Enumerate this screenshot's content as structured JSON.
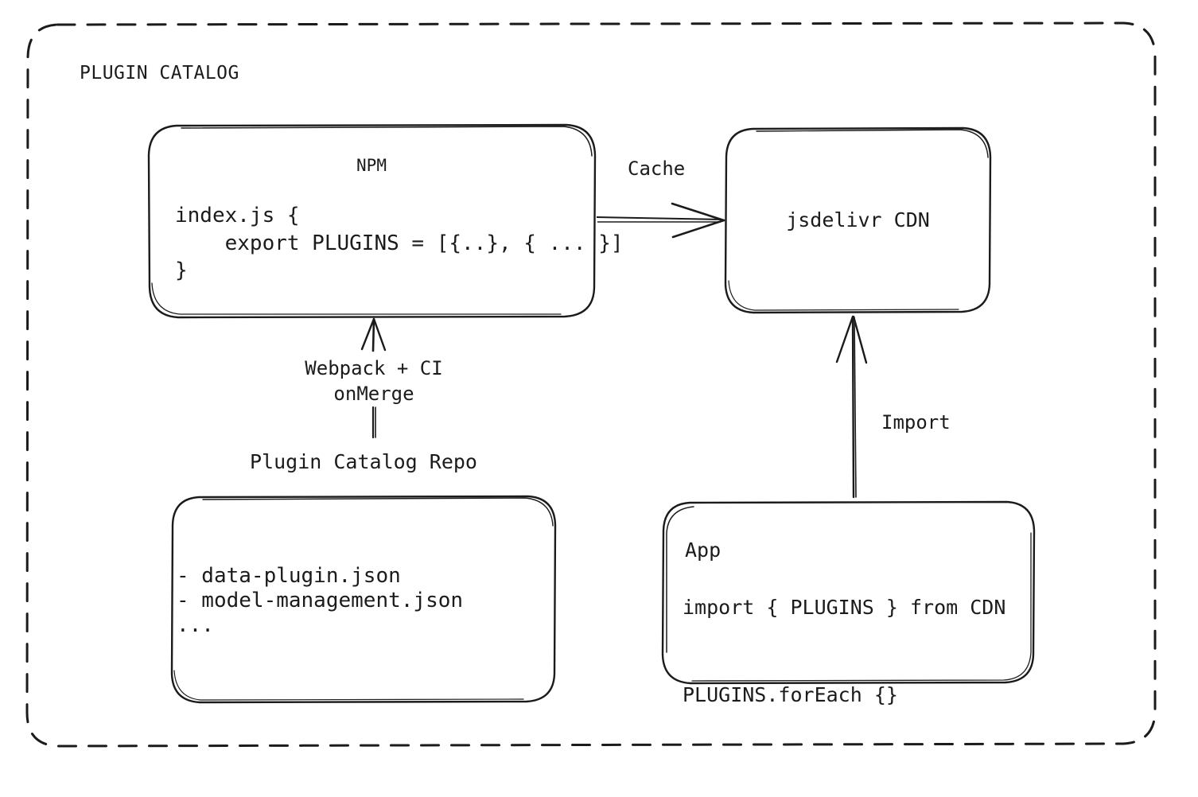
{
  "container": {
    "title": "PLUGIN CATALOG",
    "border_style": "dashed",
    "stroke_color": "#1b1b1b"
  },
  "theme": {
    "background": "#ffffff",
    "ink": "#1b1b1b",
    "stroke_width": 2
  },
  "nodes": {
    "npm": {
      "title": "NPM",
      "code": "index.js {\n    export PLUGINS = [{..}, { ... }]\n}"
    },
    "cdn": {
      "title": "jsdelivr CDN"
    },
    "repo": {
      "label": "Plugin Catalog Repo",
      "items": "- data-plugin.json\n- model-management.json\n..."
    },
    "app": {
      "title": "App",
      "code": "import { PLUGINS } from CDN\n\nPLUGINS.forEach {}"
    }
  },
  "edges": {
    "cache": {
      "label": "Cache",
      "from": "npm",
      "to": "cdn",
      "direction": "right"
    },
    "build": {
      "label": "Webpack + CI\nonMerge",
      "from": "repo",
      "to": "npm",
      "direction": "up"
    },
    "import": {
      "label": "Import",
      "from": "app",
      "to": "cdn",
      "direction": "up"
    }
  }
}
